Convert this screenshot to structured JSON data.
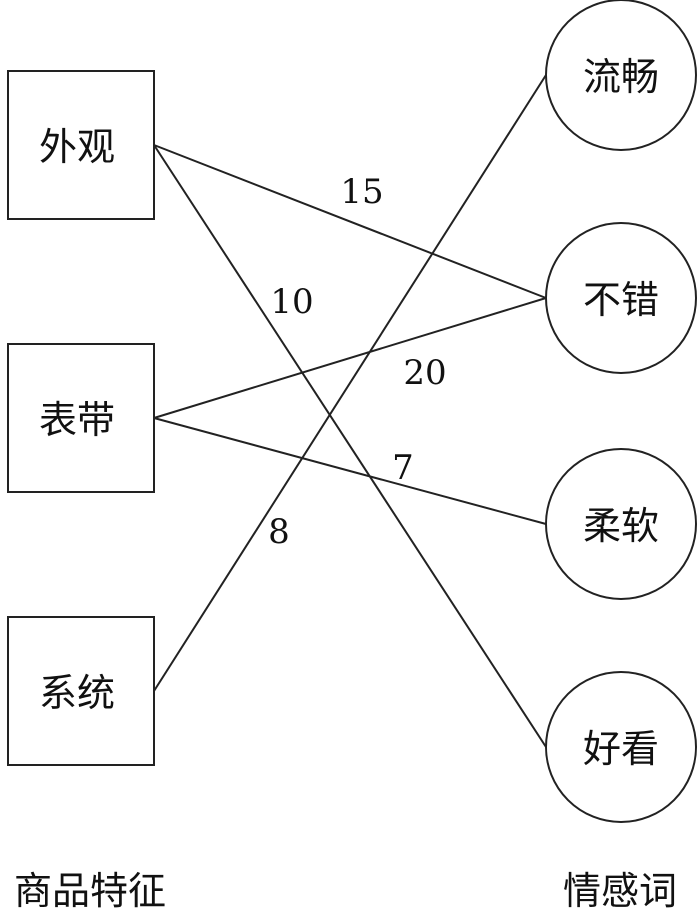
{
  "features": [
    {
      "id": "appearance",
      "label": "外观"
    },
    {
      "id": "strap",
      "label": "表带"
    },
    {
      "id": "system",
      "label": "系统"
    }
  ],
  "sentiments": [
    {
      "id": "smooth",
      "label": "流畅"
    },
    {
      "id": "good",
      "label": "不错"
    },
    {
      "id": "soft",
      "label": "柔软"
    },
    {
      "id": "pretty",
      "label": "好看"
    }
  ],
  "edges": [
    {
      "from": "appearance",
      "to": "good",
      "weight": "15"
    },
    {
      "from": "appearance",
      "to": "pretty",
      "weight": "10"
    },
    {
      "from": "strap",
      "to": "good",
      "weight": "20"
    },
    {
      "from": "strap",
      "to": "soft",
      "weight": "7"
    },
    {
      "from": "system",
      "to": "smooth",
      "weight": "8"
    }
  ],
  "captions": {
    "left": "商品特征",
    "right": "情感词"
  }
}
